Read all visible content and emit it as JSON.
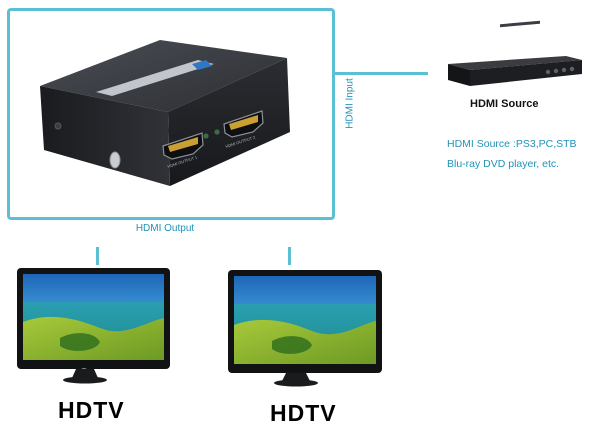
{
  "labels": {
    "hdmi_output": "HDMI Output",
    "hdmi_input": "HDMI Input",
    "hdmi_source": "HDMI Source",
    "source_desc_line1": "HDMI Source :PS3,PC,STB",
    "source_desc_line2": "Blu-ray DVD player, etc.",
    "hdtv_left": "HDTV",
    "hdtv_right": "HDTV"
  },
  "device": {
    "port_left": "HDMI OUTPUT 1",
    "port_right": "HDMI OUTPUT 2"
  },
  "colors": {
    "accent": "#5bc0d4",
    "label_blue": "#1f93b8",
    "device_body": "#2a2c31"
  }
}
